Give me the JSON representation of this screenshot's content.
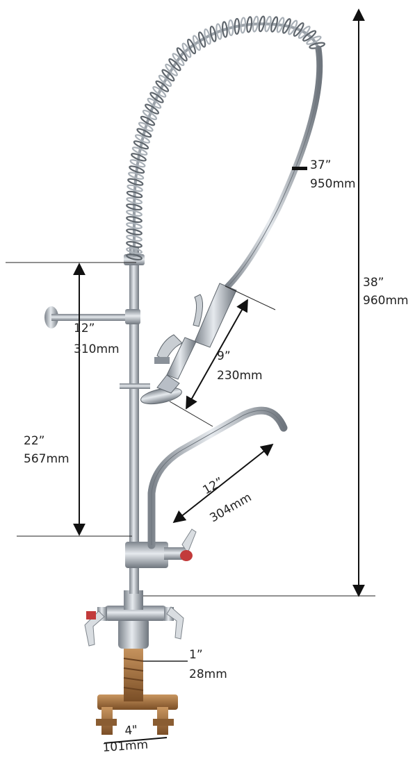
{
  "dimensions": {
    "total_height": {
      "in": "38”",
      "mm": "960mm"
    },
    "hose_length": {
      "in": "37”",
      "mm": "950mm"
    },
    "bracket_height": {
      "in": "12”",
      "mm": "310mm"
    },
    "spray_head": {
      "in": "9”",
      "mm": "230mm"
    },
    "faucet_height": {
      "in": "22”",
      "mm": "567mm"
    },
    "spout_reach": {
      "in": "12”",
      "mm": "304mm"
    },
    "inlet": {
      "in": "1”",
      "mm": "28mm"
    },
    "centers": {
      "in": "4\"",
      "mm": "101mm"
    }
  },
  "colors": {
    "chrome": "#b8bec6",
    "chrome_dark": "#6d747c",
    "brass": "#9c6b3c",
    "red": "#c23b3b",
    "line": "#222222"
  }
}
